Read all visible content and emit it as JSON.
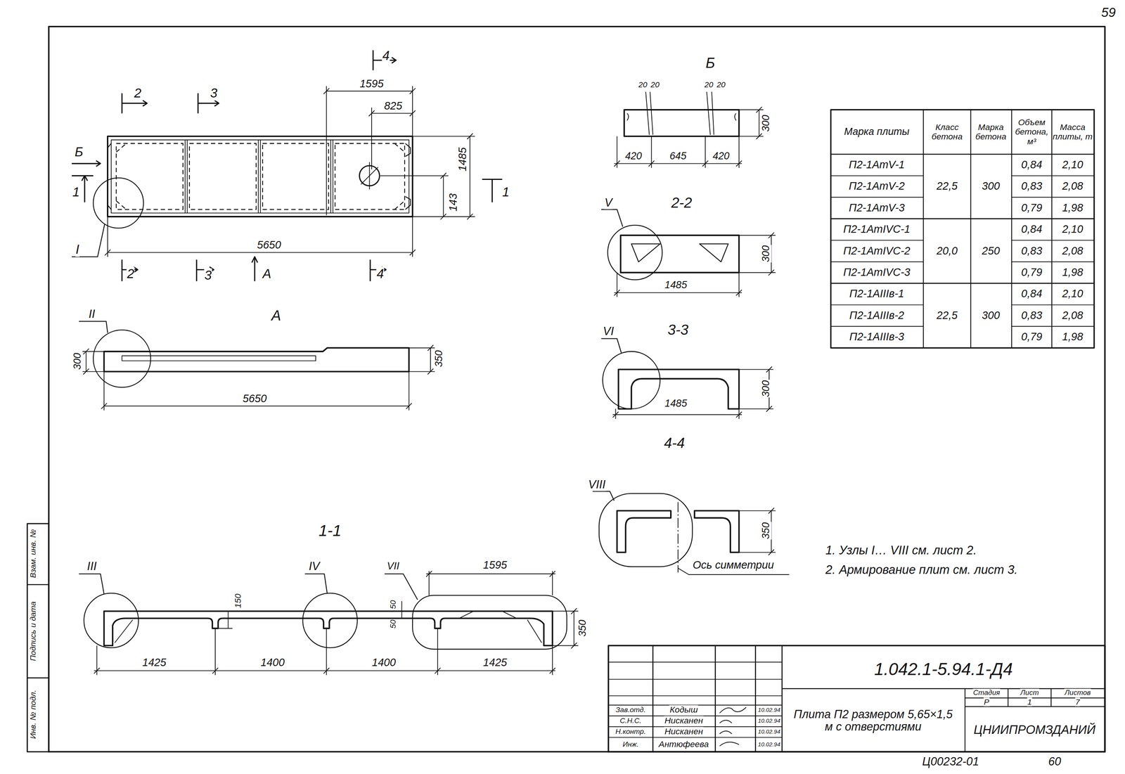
{
  "diagram": {
    "title": "Плита П2 размером 5,65×1,5 м с отверстиями",
    "labels": [
      "59",
      "4",
      "2",
      "3",
      "Б",
      "1",
      "1",
      "1595",
      "825",
      "1485",
      "143",
      "5650",
      "I",
      "2",
      "3",
      "А",
      "4",
      "А",
      "II",
      "300",
      "350",
      "5650",
      "Б",
      "20",
      "20",
      "20",
      "20",
      "300",
      "420",
      "645",
      "420",
      "Марка плиты",
      "Класс бетона",
      "Марка бетона",
      "Объем бетона, м³",
      "Масса плиты, т",
      "П2-1АтV-1",
      "0,84",
      "2,10",
      "П2-1АтV-2",
      "22,5",
      "300",
      "0,83",
      "2,08",
      "П2-1АтV-3",
      "0,79",
      "1,98",
      "П2-1АтIVС-1",
      "0,84",
      "2,10",
      "П2-1АтIVС-2",
      "20,0",
      "250",
      "0,83",
      "2,08",
      "П2-1АтIVС-3",
      "0,79",
      "1,98",
      "П2-1АIIIв-1",
      "0,84",
      "2,10",
      "П2-1АIIIв-2",
      "22,5",
      "300",
      "0,83",
      "2,08",
      "П2-1АIIIв-3",
      "0,79",
      "1,98",
      "2-2",
      "V",
      "300",
      "1485",
      "3-3",
      "VI",
      "300",
      "1485",
      "4-4",
      "VIII",
      "350",
      "Ось симметрии",
      "1-1",
      "III",
      "IV",
      "VII",
      "1595",
      "150",
      "50",
      "50",
      "350",
      "1425",
      "1400",
      "1400",
      "1425",
      "1. Узлы I… VIII см. лист 2.",
      "2. Армирование плит см. лист 3.",
      "1.042.1-5.94.1-Д4",
      "Зав.отд.",
      "Кодыш",
      "10.02.94",
      "С.Н.С.",
      "Нисканен",
      "10.02.94",
      "Н.контр.",
      "Нисканен",
      "10.02.94",
      "Инж.",
      "Антюфеева",
      "10.02.94",
      "Стадия",
      "Лист",
      "Листов",
      "Р",
      "1",
      "7",
      "ЦНИИПРОМЗДАНИЙ",
      "Взам. инв. №",
      "Подпись и дата",
      "Инв. № подл.",
      "Ц00232-01",
      "60"
    ]
  }
}
